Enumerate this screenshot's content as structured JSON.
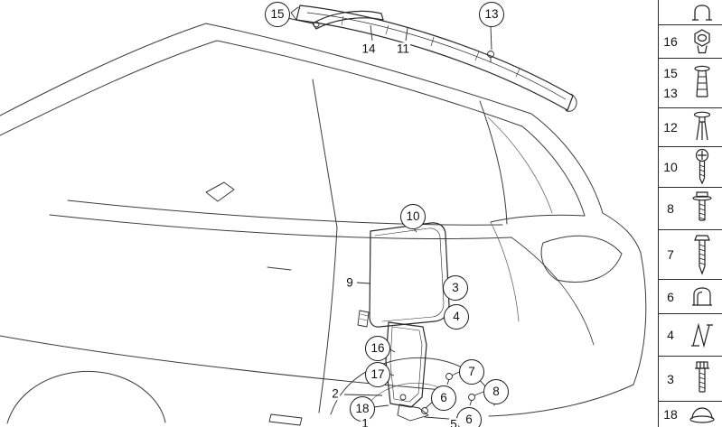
{
  "colors": {
    "ink": "#222222",
    "line": "#3c3c3c",
    "background": "#ffffff"
  },
  "callouts": {
    "c15": "15",
    "c13": "13",
    "c10": "10",
    "c3": "3",
    "c4": "4",
    "c16": "16",
    "c17": "17",
    "c7": "7",
    "c6a": "6",
    "c8": "8",
    "c18": "18",
    "c6b": "6"
  },
  "part_labels": {
    "l14": "14",
    "l11": "11",
    "l9": "9",
    "l2": "2",
    "l1": "1",
    "l5": "5"
  },
  "sidebar": {
    "sections": [
      {
        "icon": "clamp-icon",
        "labels": []
      },
      {
        "icon": "hex-nut-icon",
        "labels": [
          "16"
        ]
      },
      {
        "icon": "trim-rivet-icon",
        "labels": [
          "15",
          "13"
        ]
      },
      {
        "icon": "expanding-rivet-icon",
        "labels": [
          "12"
        ]
      },
      {
        "icon": "phillips-screw-icon",
        "labels": [
          "10"
        ]
      },
      {
        "icon": "washer-screw-icon",
        "labels": [
          "8"
        ]
      },
      {
        "icon": "tapping-screw-icon",
        "labels": [
          "7"
        ]
      },
      {
        "icon": "sheetmetal-clip-icon",
        "labels": [
          "6"
        ]
      },
      {
        "icon": "spring-clip-icon",
        "labels": [
          "4"
        ]
      },
      {
        "icon": "hex-screw-icon",
        "labels": [
          "3"
        ]
      },
      {
        "icon": "grommet-icon",
        "labels": [
          "18"
        ]
      }
    ]
  }
}
